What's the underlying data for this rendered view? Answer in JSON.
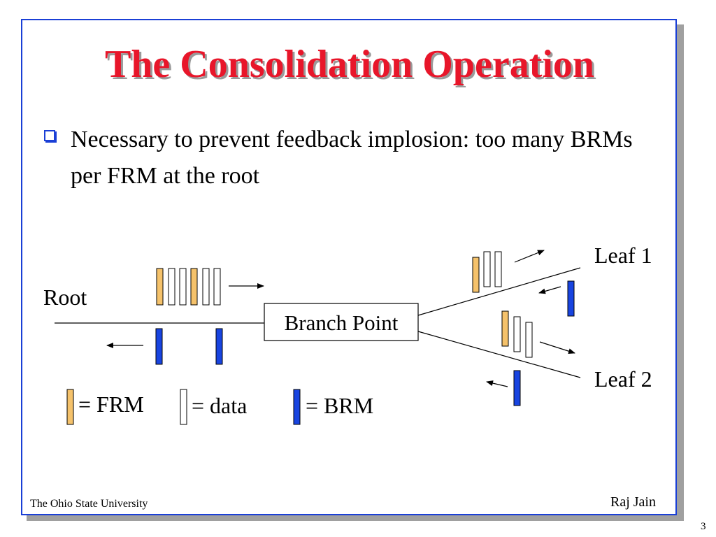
{
  "slide": {
    "title": "The Consolidation Operation",
    "bullet_text": "Necessary to prevent feedback implosion: too many BRMs per FRM at the root",
    "footer_left": "The Ohio State University",
    "footer_right": "Raj Jain",
    "page_number": "3"
  },
  "diagram": {
    "root_label": "Root",
    "branch_label": "Branch Point",
    "leaf1_label": "Leaf 1",
    "leaf2_label": "Leaf 2"
  },
  "legend": {
    "frm": "= FRM",
    "data": "= data",
    "brm": "= BRM"
  },
  "colors": {
    "frm": "#f5c26b",
    "data": "#ffffff",
    "brm": "#1844e0",
    "title": "#e8162a",
    "frame": "#1a3fd6"
  }
}
